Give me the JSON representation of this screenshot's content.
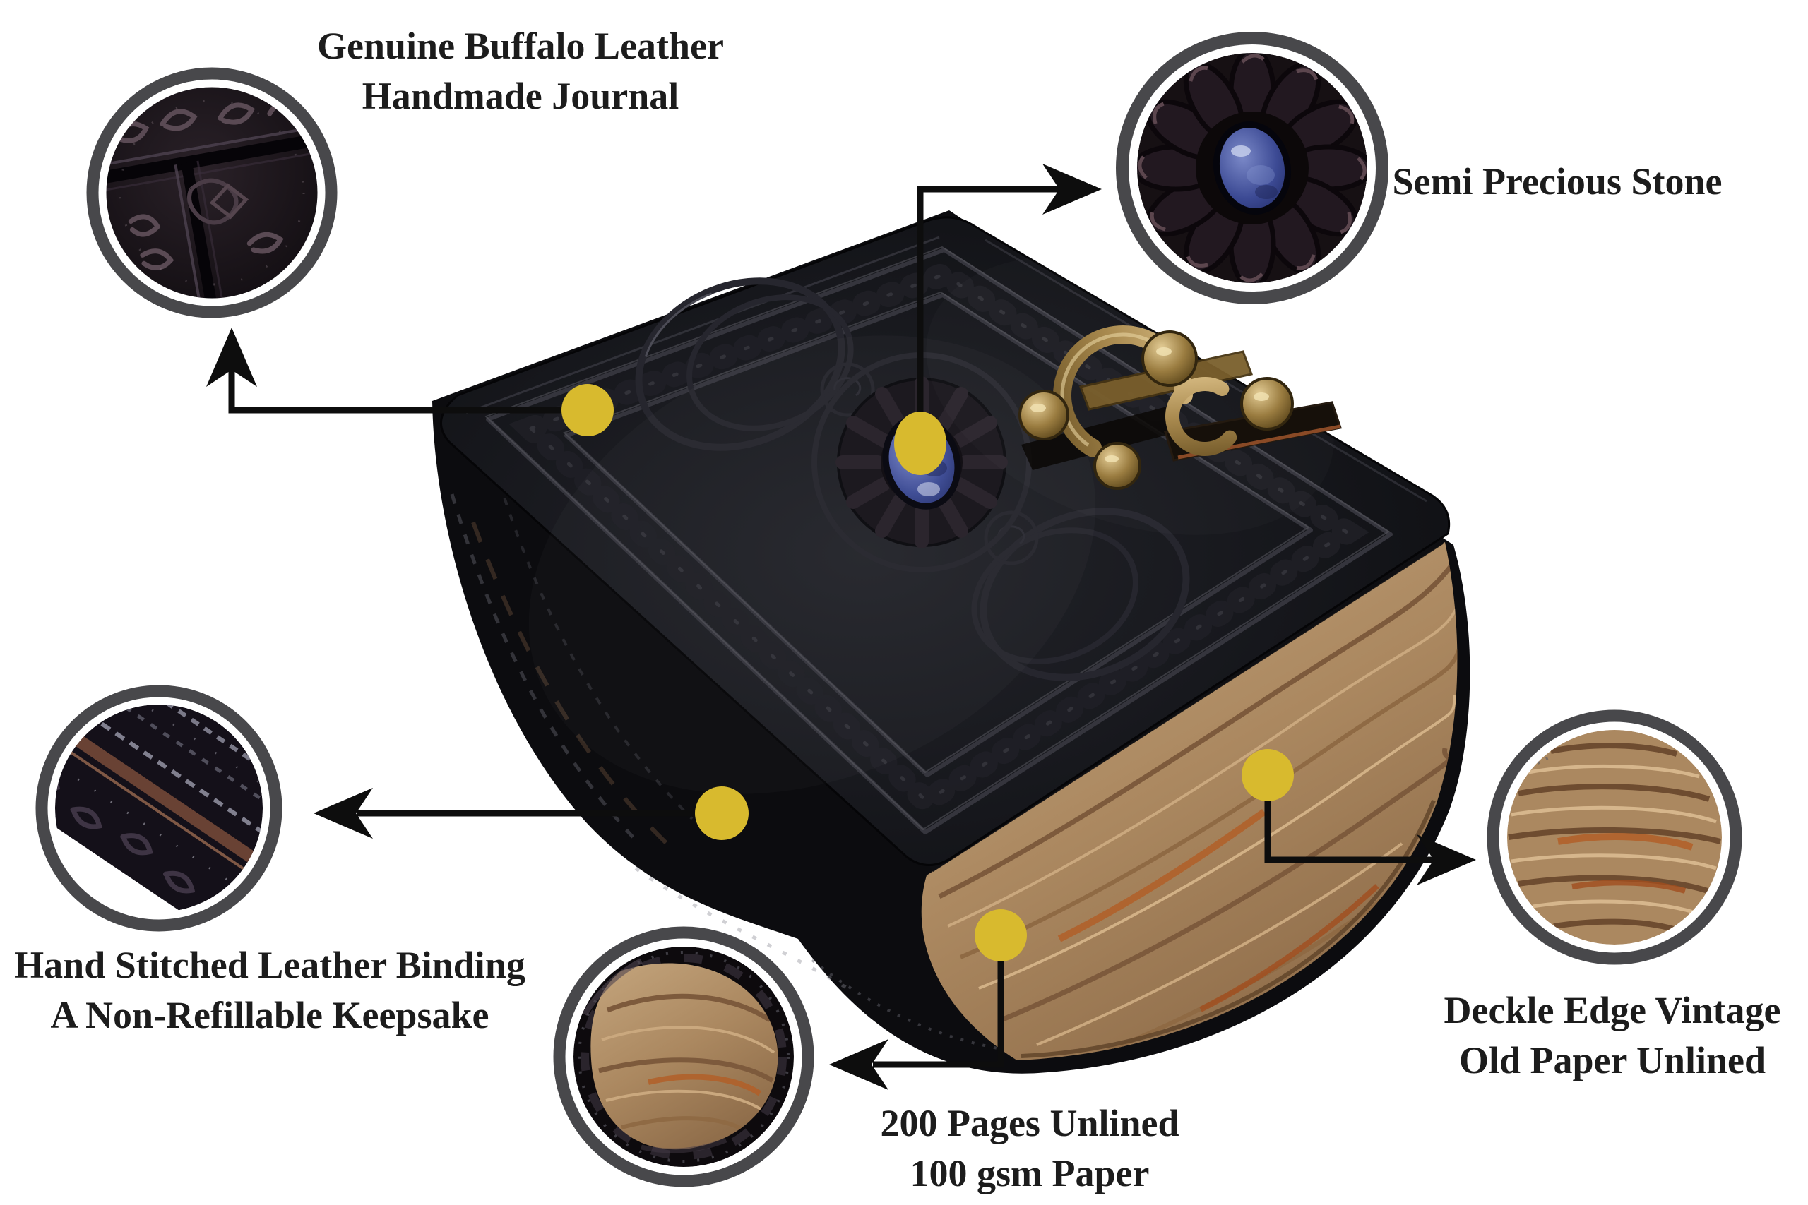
{
  "figure": {
    "type": "annotated-product-diagram",
    "subject": "Black embossed buffalo leather journal with triple moon emblem, lapis semi-precious stone, brass swing clasp and deckle-edge vintage paper"
  },
  "labels": {
    "leather": {
      "line1": "Genuine Buffalo Leather",
      "line2": "Handmade Journal"
    },
    "stone": {
      "line1": "Semi Precious Stone"
    },
    "binding": {
      "line1": "Hand Stitched Leather Binding",
      "line2": "A Non-Refillable Keepsake"
    },
    "paper": {
      "line1": "Deckle Edge Vintage",
      "line2": "Old Paper Unlined"
    },
    "pages": {
      "line1": "200 Pages Unlined",
      "line2": "100 gsm Paper"
    }
  },
  "callouts": [
    {
      "id": "leather",
      "detail": "embossed-leather-corner-closeup"
    },
    {
      "id": "stone",
      "detail": "lapis-stone-in-braided-leather-closeup"
    },
    {
      "id": "binding",
      "detail": "hand-stitched-spine-closeup"
    },
    {
      "id": "pages",
      "detail": "page-block-deckle-edge-closeup"
    },
    {
      "id": "paper",
      "detail": "vintage-paper-texture-closeup"
    }
  ],
  "colors": {
    "background": "#ffffff",
    "text": "#1c1c1c",
    "callout_ring": "#48484b",
    "marker_dot": "#d8ba2e",
    "arrow": "#0d0d0d",
    "leather_black": "#15161a",
    "paper_tan": "#b0906c",
    "brass": "#a8894e",
    "stone_blue": "#3c4a94",
    "stitch_brown": "#6e4636"
  }
}
